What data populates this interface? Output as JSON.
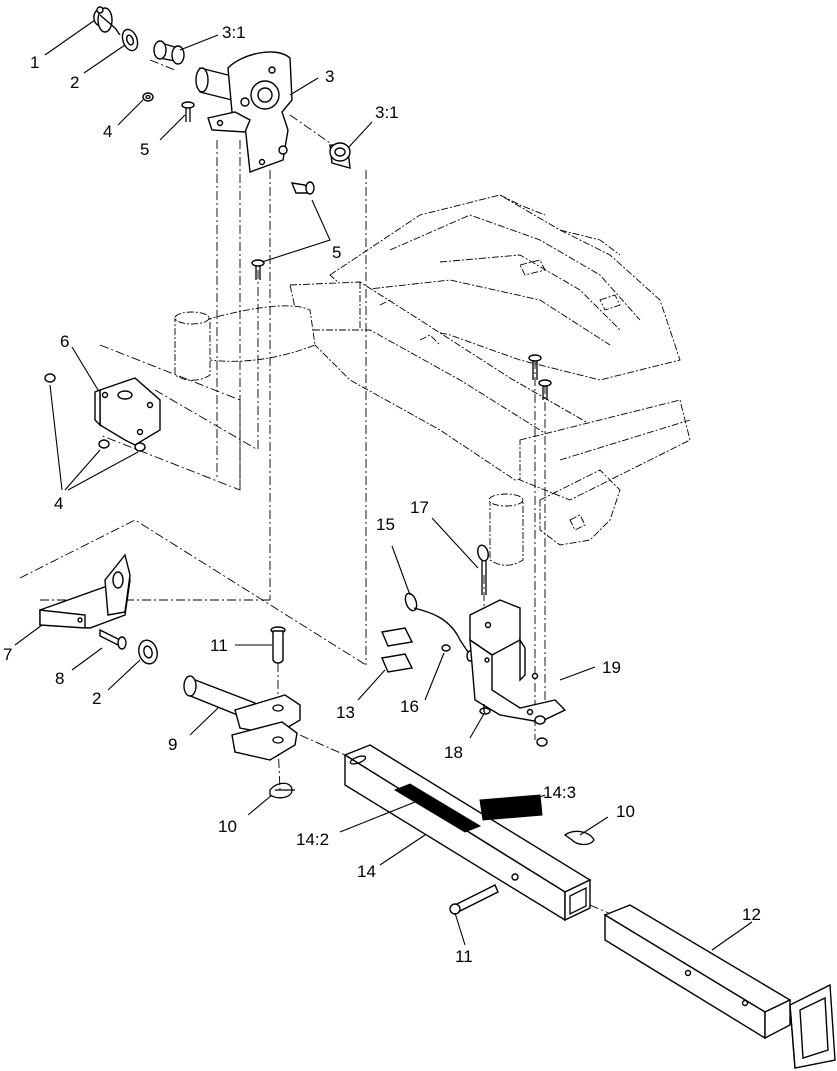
{
  "callouts": {
    "c1": "1",
    "c2a": "2",
    "c2b": "2",
    "c3": "3",
    "c3_1a": "3:1",
    "c3_1b": "3:1",
    "c4a": "4",
    "c4b": "4",
    "c5a": "5",
    "c5b": "5",
    "c6": "6",
    "c7": "7",
    "c8": "8",
    "c9": "9",
    "c10a": "10",
    "c10b": "10",
    "c11a": "11",
    "c11b": "11",
    "c12": "12",
    "c13": "13",
    "c14": "14",
    "c14_2": "14:2",
    "c14_3": "14:3",
    "c15": "15",
    "c16": "16",
    "c17": "17",
    "c18": "18",
    "c19": "19"
  }
}
